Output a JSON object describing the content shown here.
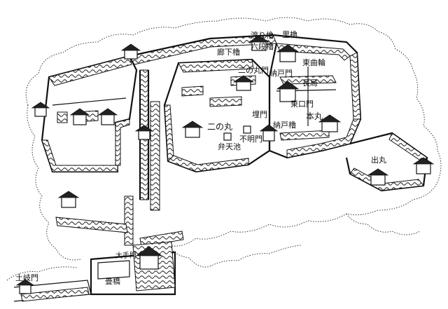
{
  "labels": {
    "watari_yagura": "渡り櫓",
    "sato_yagura": "里櫓",
    "roka_yagura": "廊下櫓",
    "rokudanbasho": "六段櫓",
    "ni_no_maru_mon": "二の丸門",
    "higashi_kuruwa": "東曲輪",
    "sakichi_mon": "納戸門",
    "nagatsubone": "長局",
    "umemon": "埋門",
    "higashi_guchi_mon": "東口門",
    "hon_maru": "本丸",
    "ni_no_maru": "二の丸",
    "fumei_mon": "不明門",
    "benten_ike": "弁天池",
    "nando_yagura": "納戸櫓",
    "de_maru": "出丸",
    "ote_mon": "大手門",
    "tatami_bashi": "畳橋",
    "toki_mon": "土岐門"
  }
}
